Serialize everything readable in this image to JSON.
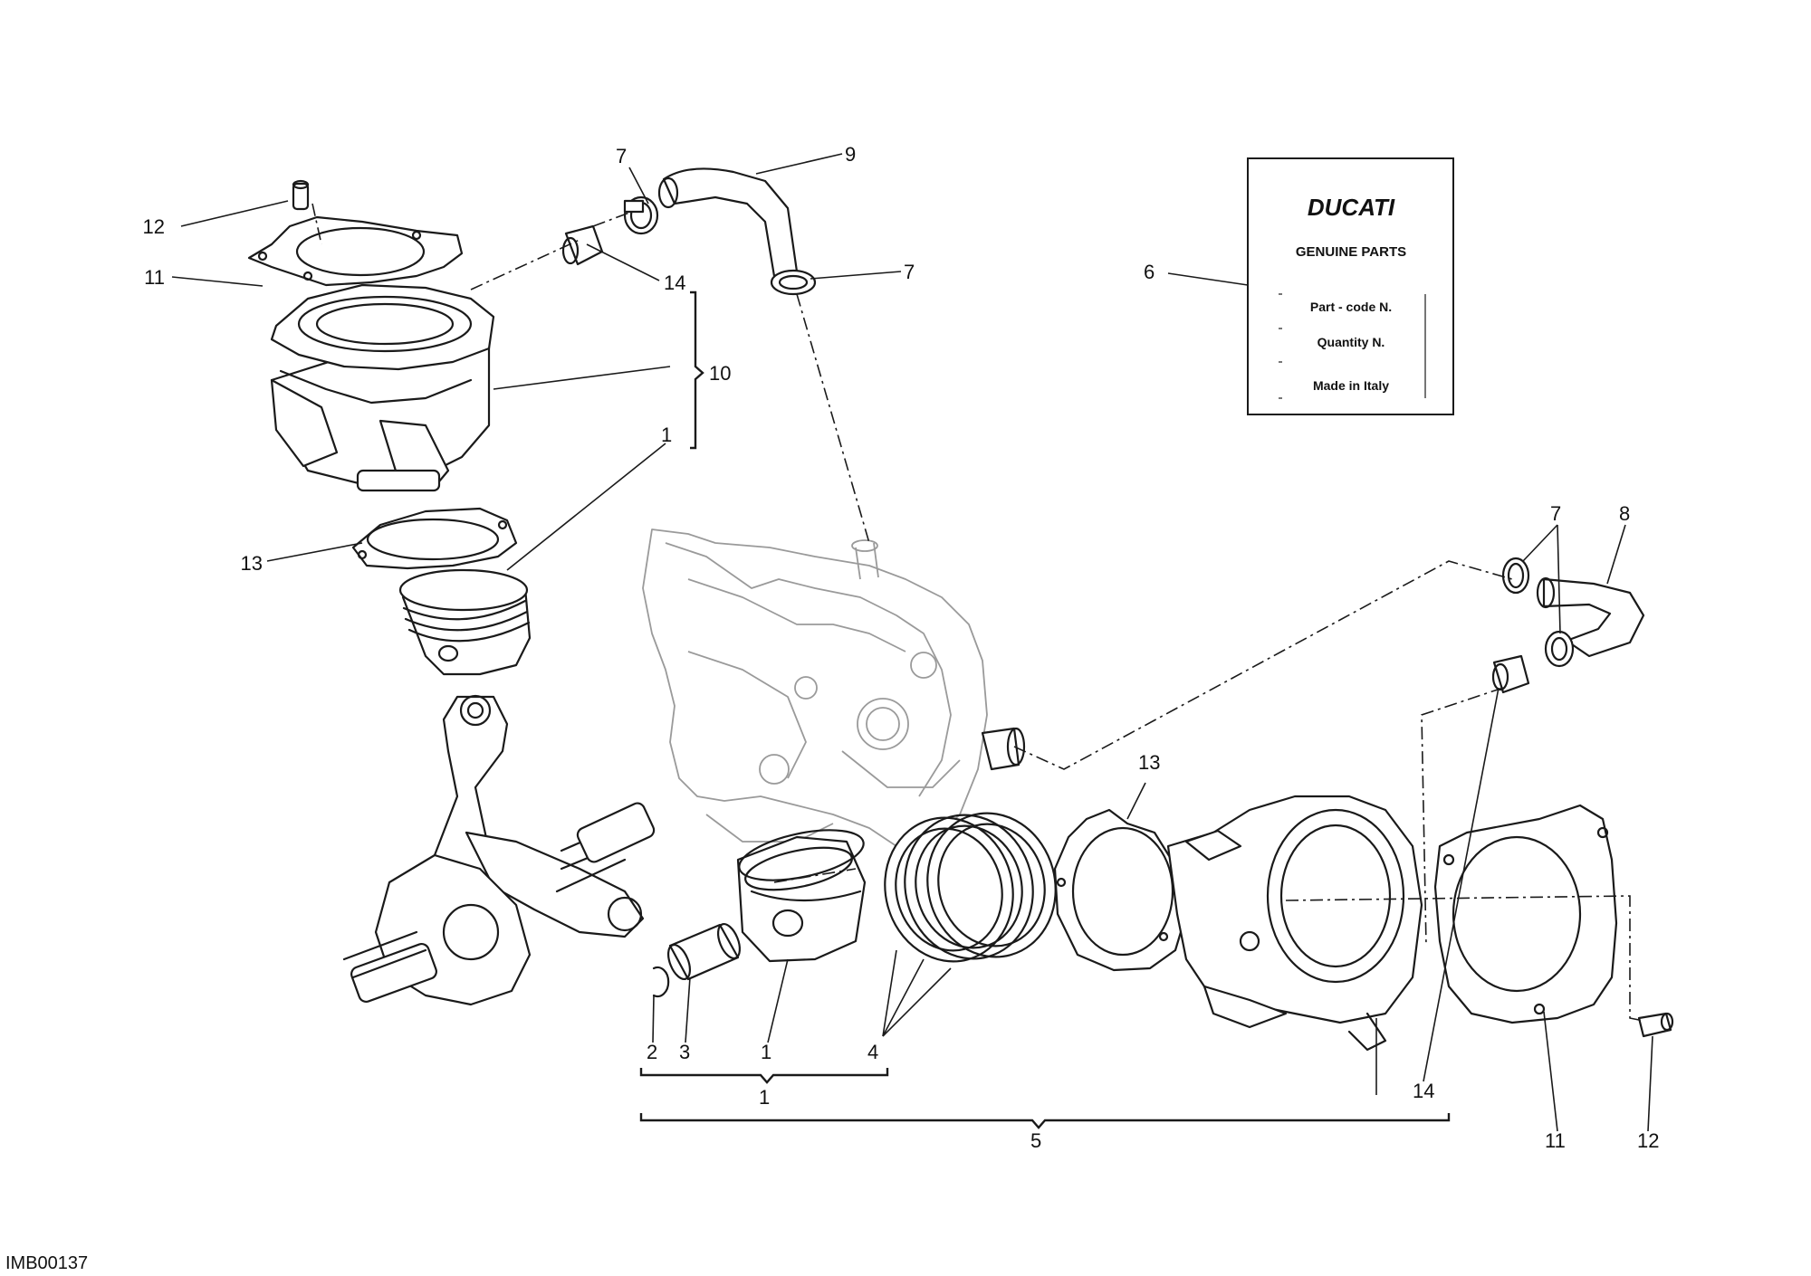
{
  "diagram_code": "IMB00137",
  "label_box": {
    "brand": "DUCATI",
    "heading": "GENUINE PARTS",
    "line1": "Part - code N.",
    "line2": "Quantity N.",
    "line3": "Made in Italy"
  },
  "callouts": {
    "c12_top": "12",
    "c11_top": "11",
    "c13_left": "13",
    "c14_top": "14",
    "c7_a": "7",
    "c9": "9",
    "c7_b": "7",
    "c10": "10",
    "c1_top": "1",
    "c6": "6",
    "c7_right": "7",
    "c8": "8",
    "c13_right": "13",
    "c2": "2",
    "c3": "3",
    "c1_piston": "1",
    "c4": "4",
    "c1_group": "1",
    "c5_group": "5",
    "c14_bottom": "14",
    "c11_bottom": "11",
    "c12_bottom": "12"
  }
}
